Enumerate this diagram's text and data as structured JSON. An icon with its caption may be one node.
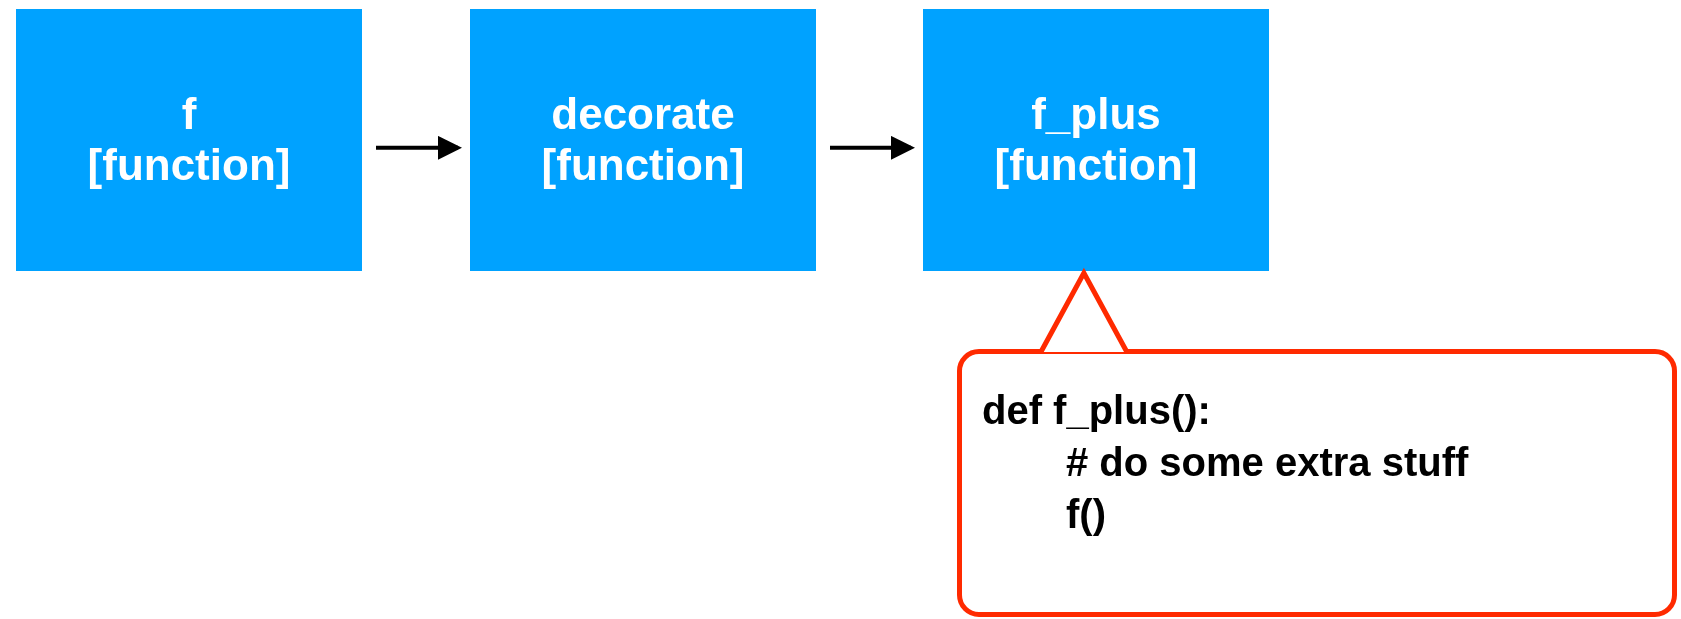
{
  "diagram": {
    "nodes": [
      {
        "text": [
          "f",
          "[function]"
        ]
      },
      {
        "text": [
          "decorate",
          "[function]"
        ]
      },
      {
        "text": [
          "f_plus",
          "[function]"
        ]
      },
      {
        "text": [
          "def f_plus():",
          "# do some extra stuff",
          "f()"
        ]
      }
    ],
    "edges": [
      {
        "from": 0,
        "to": 1,
        "arrow": "to"
      },
      {
        "from": 1,
        "to": 2,
        "arrow": "to"
      },
      {
        "from": 3,
        "to": 2,
        "arrow": "to",
        "color": "#ff2a00"
      }
    ]
  }
}
